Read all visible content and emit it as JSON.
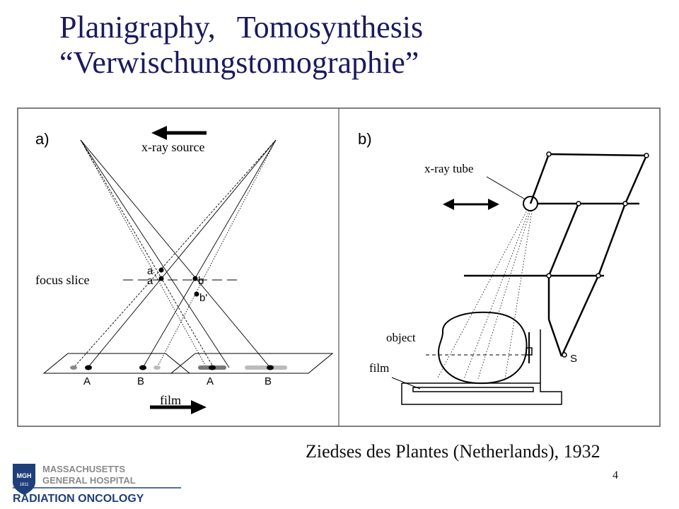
{
  "slide": {
    "title_line1_part1": "Planigraphy,",
    "title_line1_part2": "Tomosynthesis",
    "title_line2": "“Verwischungstomographie”",
    "credit": "Ziedses des Plantes (Netherlands), 1932",
    "page_number": "4"
  },
  "panel_a": {
    "tag": "a)",
    "source_label": "x-ray source",
    "focus_label": "focus slice",
    "film_label": "film",
    "point_a_top": "a",
    "point_a_focus": "a",
    "point_b_focus": "b",
    "point_b_low": "b'",
    "film_A_left": "A",
    "film_B_left": "B",
    "film_A_right": "A",
    "film_B_right": "B"
  },
  "panel_b": {
    "tag": "b)",
    "tube_label": "x-ray tube",
    "object_label": "object",
    "film_label": "film",
    "pivot_label": "S"
  },
  "logo": {
    "seal_text": "MGH",
    "seal_year": "1811",
    "line1": "MASSACHUSETTS",
    "line2": "GENERAL HOSPITAL",
    "line3": "RADIATION ONCOLOGY"
  },
  "colors": {
    "title": "#1a1a5e",
    "logo_blue": "#1f3f7a",
    "logo_gray": "#8a8a8a"
  }
}
